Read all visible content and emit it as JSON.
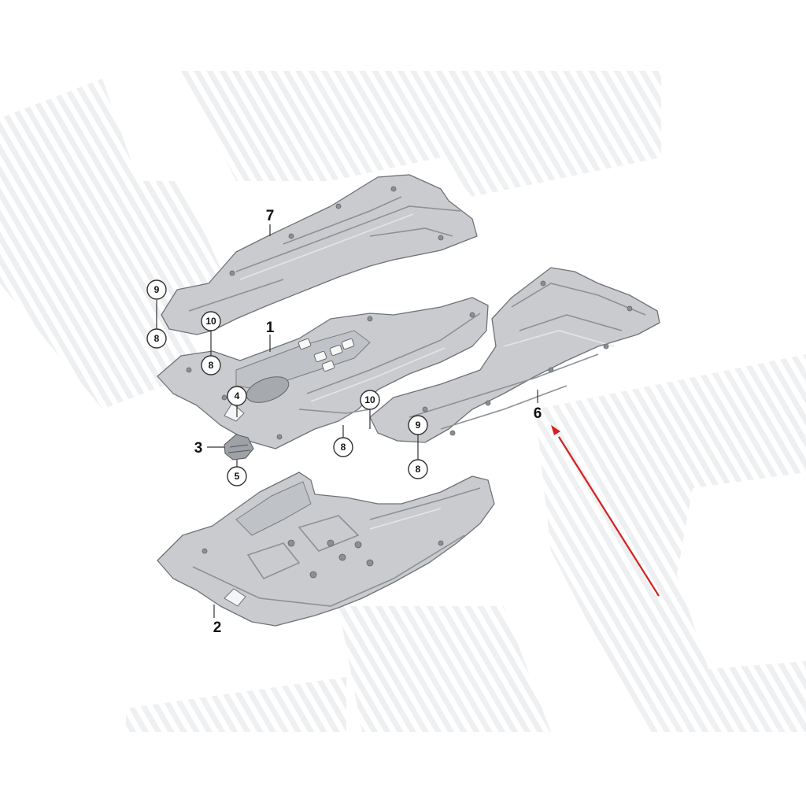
{
  "diagram": {
    "parts": [
      {
        "id": "1",
        "label": "1"
      },
      {
        "id": "2",
        "label": "2"
      },
      {
        "id": "3",
        "label": "3"
      },
      {
        "id": "6",
        "label": "6"
      },
      {
        "id": "7",
        "label": "7"
      }
    ],
    "callouts": [
      {
        "label": "9"
      },
      {
        "label": "8"
      },
      {
        "label": "10"
      },
      {
        "label": "8"
      },
      {
        "label": "4"
      },
      {
        "label": "5"
      },
      {
        "label": "10"
      },
      {
        "label": "8"
      },
      {
        "label": "9"
      },
      {
        "label": "8"
      }
    ],
    "highlight_arrow": {
      "points_to": "6",
      "color": "#d42020"
    },
    "watermark": {
      "color": "#e9ebed"
    }
  }
}
